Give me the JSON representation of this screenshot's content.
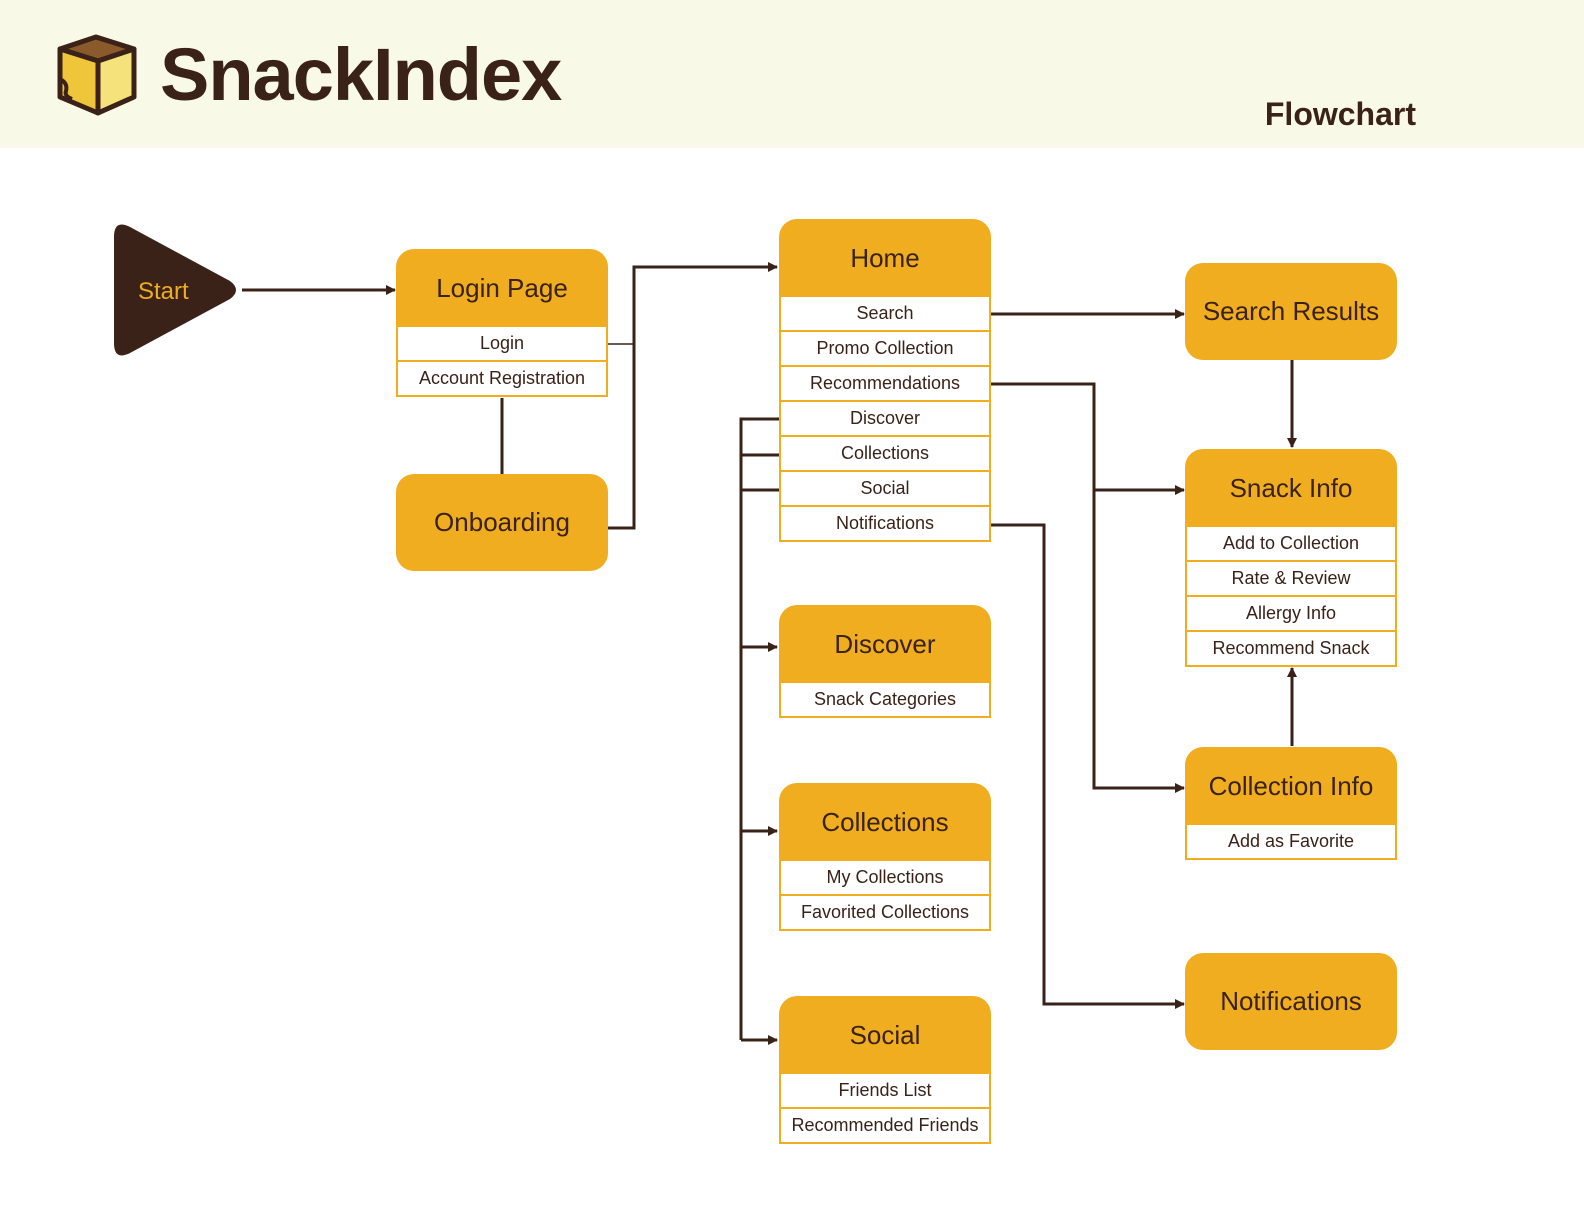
{
  "header": {
    "brand": "SnackIndex",
    "page_type": "Flowchart"
  },
  "colors": {
    "accent": "#efad1f",
    "dark": "#3a2218",
    "header_bg": "#f8f9e6"
  },
  "icons": {
    "logo": "snack-box-icon"
  },
  "start": {
    "label": "Start"
  },
  "nodes": {
    "login_page": {
      "title": "Login Page",
      "items": [
        "Login",
        "Account Registration"
      ]
    },
    "onboarding": {
      "title": "Onboarding"
    },
    "home": {
      "title": "Home",
      "items": [
        "Search",
        "Promo Collection",
        "Recommendations",
        "Discover",
        "Collections",
        "Social",
        "Notifications"
      ]
    },
    "discover": {
      "title": "Discover",
      "items": [
        "Snack Categories"
      ]
    },
    "collections": {
      "title": "Collections",
      "items": [
        "My Collections",
        "Favorited Collections"
      ]
    },
    "social": {
      "title": "Social",
      "items": [
        "Friends List",
        "Recommended Friends"
      ]
    },
    "search_results": {
      "title": "Search Results"
    },
    "snack_info": {
      "title": "Snack Info",
      "items": [
        "Add to Collection",
        "Rate & Review",
        "Allergy Info",
        "Recommend Snack"
      ]
    },
    "collection_info": {
      "title": "Collection Info",
      "items": [
        "Add as Favorite"
      ]
    },
    "notifications": {
      "title": "Notifications"
    }
  }
}
